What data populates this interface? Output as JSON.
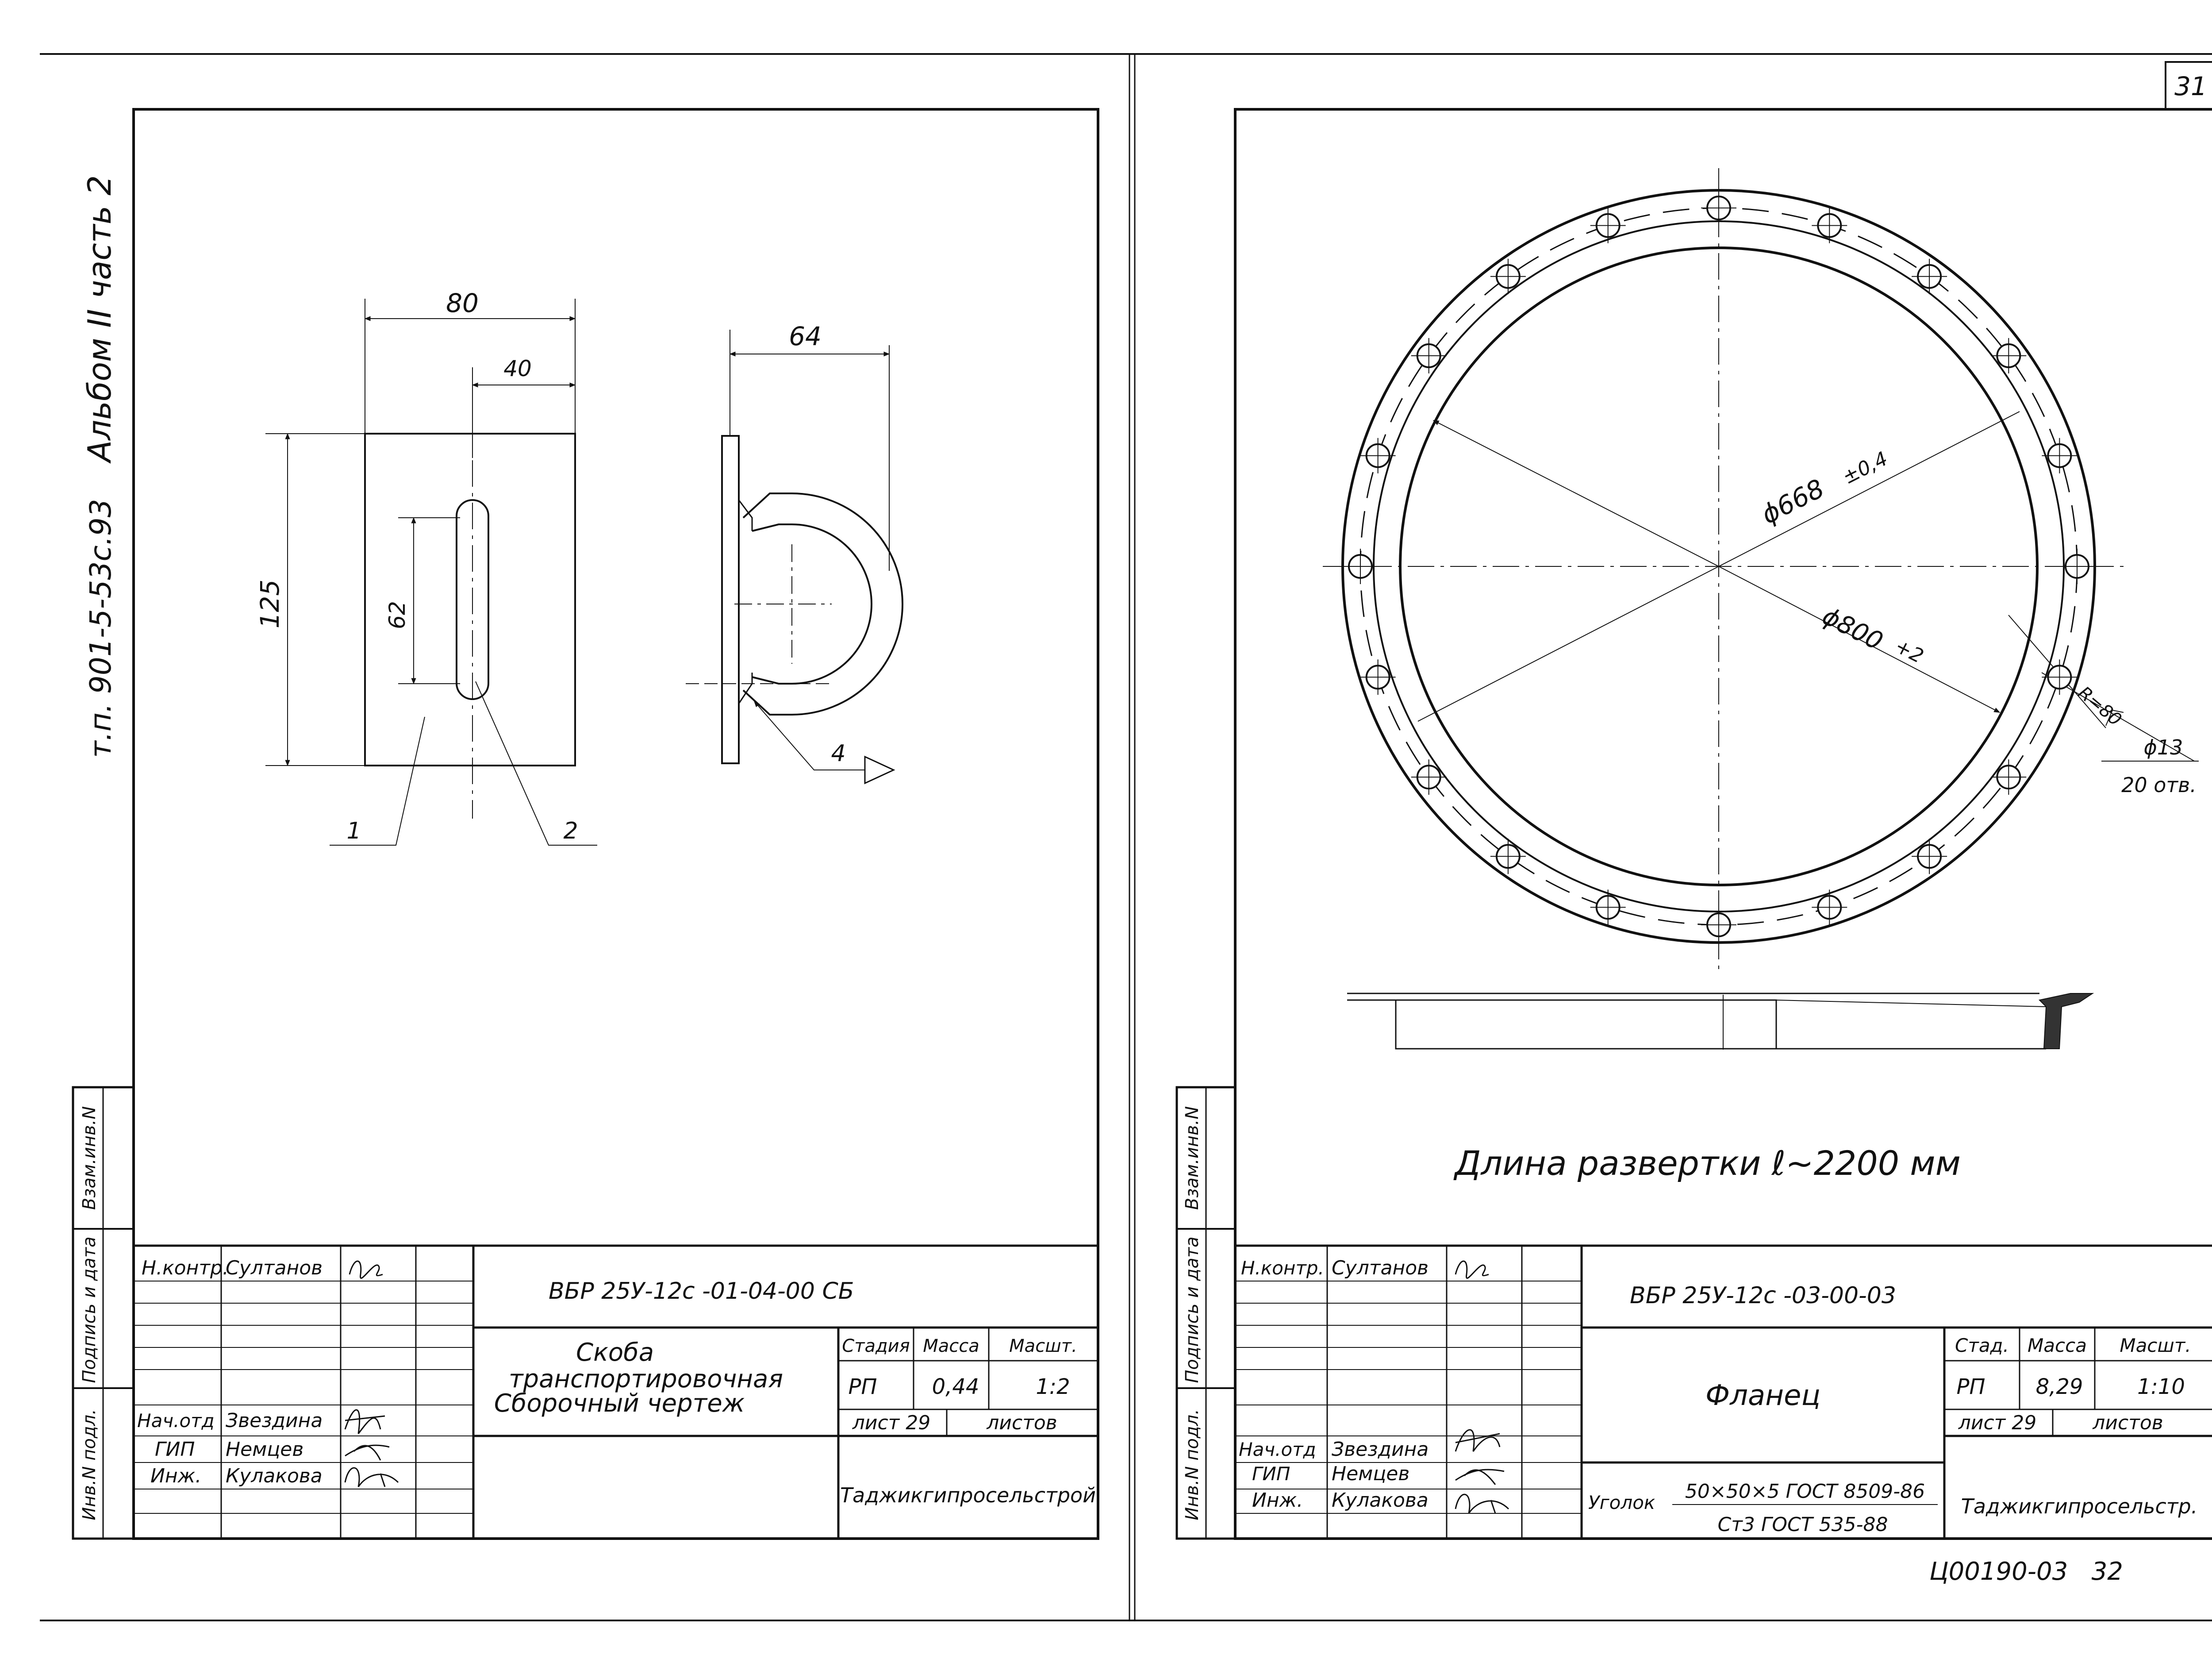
{
  "sheet_number": "31",
  "left_margin": {
    "album": "Альбом II часть 2",
    "project_code": "т.п. 901-5-53с.93",
    "stamp_cells": [
      "Инв.N подл.",
      "Подпись и дата",
      "Взам.инв.N"
    ]
  },
  "right_margin": {
    "stamp_cells": [
      "Инв.N подл.",
      "Подпись и дата",
      "Взам.инв.N"
    ]
  },
  "left_drawing": {
    "dims": {
      "width_80": "80",
      "width_40": "40",
      "height_125": "125",
      "slot_62": "62",
      "depth_64": "64"
    },
    "callouts": {
      "p1": "1",
      "p2": "2",
      "weld": "4"
    }
  },
  "right_drawing": {
    "dims": {
      "inner_dia": "ϕ668",
      "inner_tol": "±0,4",
      "outer_dia": "ϕ800",
      "outer_tol": "+2",
      "radius": "R=80",
      "hole_dia": "ϕ13",
      "hole_count": "20 отв."
    },
    "note": "Длина развертки ℓ~2200 мм"
  },
  "left_title_block": {
    "roles": {
      "control": "Н.контр.",
      "head": "Нач.отд",
      "gip": "ГИП",
      "eng": "Инж."
    },
    "names": {
      "control": "Султанов",
      "head": "Звездина",
      "gip": "Немцев",
      "eng": "Кулакова"
    },
    "doc_code": "ВБР 25У-12с -01-04-00 СБ",
    "title_lines": [
      "Скоба",
      "транспортировочная",
      "Сборочный чертеж"
    ],
    "headers": {
      "stage": "Стадия",
      "mass": "Масса",
      "scale": "Масшт."
    },
    "values": {
      "stage": "РП",
      "mass": "0,44",
      "scale": "1:2"
    },
    "sheet_label": "лист 29",
    "sheets_label": "листов",
    "org": "Таджикгипросельстрой"
  },
  "right_title_block": {
    "roles": {
      "control": "Н.контр.",
      "head": "Нач.отд",
      "gip": "ГИП",
      "eng": "Инж."
    },
    "names": {
      "control": "Султанов",
      "head": "Звездина",
      "gip": "Немцев",
      "eng": "Кулакова"
    },
    "doc_code": "ВБР 25У-12с -03-00-03",
    "title": "Фланец",
    "headers": {
      "stage": "Стад.",
      "mass": "Масса",
      "scale": "Масшт."
    },
    "values": {
      "stage": "РП",
      "mass": "8,29",
      "scale": "1:10"
    },
    "sheet_label": "лист 29",
    "sheets_label": "листов",
    "material_label": "Уголок",
    "material_line1": "50×50×5 ГОСТ 8509-86",
    "material_line2": "Ст3 ГОСТ 535-88",
    "org": "Таджикгипросельстр."
  },
  "footer_code": "Ц00190-03   32"
}
